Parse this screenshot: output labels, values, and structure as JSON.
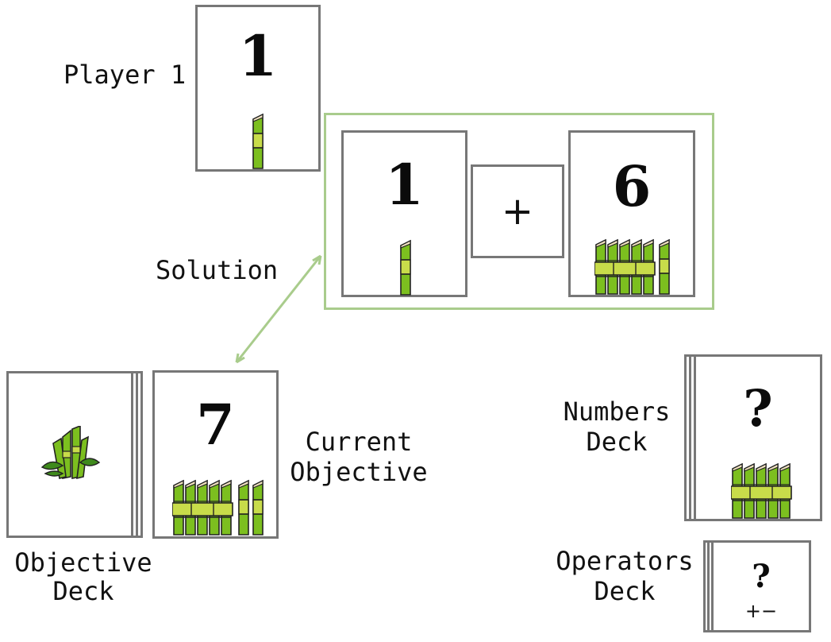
{
  "labels": {
    "player": "Player 1",
    "solution": "Solution",
    "current_objective_line1": "Current",
    "current_objective_line2": "Objective",
    "objective_deck_line1": "Objective",
    "objective_deck_line2": "Deck",
    "numbers_deck_line1": "Numbers",
    "numbers_deck_line2": "Deck",
    "operators_deck_line1": "Operators",
    "operators_deck_line2": "Deck"
  },
  "player_card": {
    "value": "1",
    "sticks": 1
  },
  "solution": {
    "left": {
      "value": "1",
      "sticks": 1
    },
    "operator": "+",
    "right": {
      "value": "6",
      "bundles": 1,
      "sticks": 1
    }
  },
  "current_objective": {
    "value": "7",
    "bundles": 1,
    "sticks": 2
  },
  "numbers_deck": {
    "value": "?",
    "bundles": 1
  },
  "operators_deck": {
    "value": "?",
    "symbols": "+−"
  },
  "colors": {
    "card_border": "#777777",
    "frame": "#a9cc8c",
    "bamboo_green": "#7cbf1f",
    "bamboo_light": "#c8dc4a",
    "outline": "#222222"
  }
}
